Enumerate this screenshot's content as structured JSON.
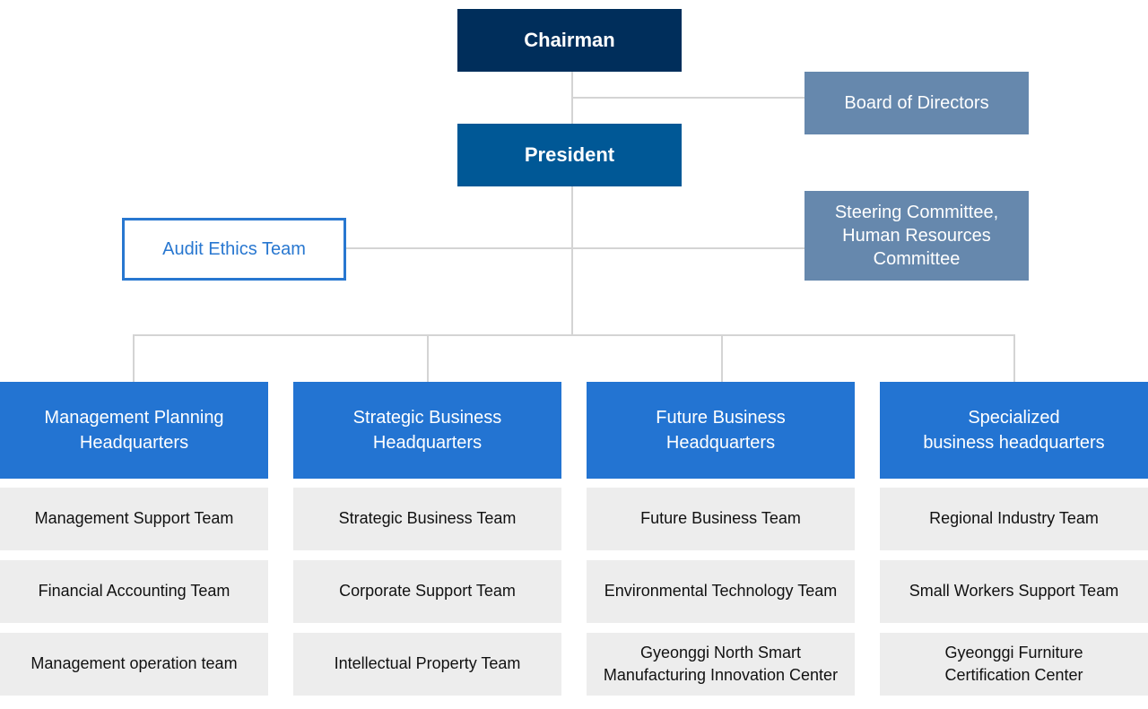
{
  "chairman": "Chairman",
  "president": "President",
  "board": "Board of Directors",
  "steering": "Steering Committee,\nHuman Resources\nCommittee",
  "audit": "Audit Ethics Team",
  "divisions": [
    {
      "title": "Management Planning\nHeadquarters",
      "teams": [
        "Management Support Team",
        "Financial Accounting Team",
        "Management operation team"
      ]
    },
    {
      "title": "Strategic Business\nHeadquarters",
      "teams": [
        "Strategic Business Team",
        "Corporate Support Team",
        "Intellectual Property Team"
      ]
    },
    {
      "title": "Future Business\nHeadquarters",
      "teams": [
        "Future Business Team",
        "Environmental Technology Team",
        "Gyeonggi North Smart\nManufacturing Innovation Center"
      ]
    },
    {
      "title": "Specialized\nbusiness headquarters",
      "teams": [
        "Regional Industry Team",
        "Small Workers Support Team",
        "Gyeonggi Furniture\nCertification Center"
      ]
    }
  ],
  "colors": {
    "chairman": "#002e5b",
    "president": "#005896",
    "committee": "#6688ad",
    "headquarters": "#2374d2",
    "team_bg": "#ededed",
    "connector": "#d4d4d4"
  }
}
